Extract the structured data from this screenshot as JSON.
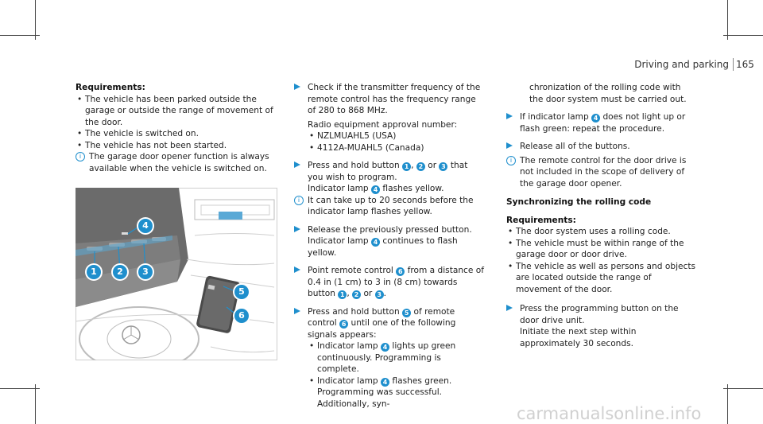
{
  "header": {
    "section": "Driving and parking",
    "page": "165"
  },
  "col1": {
    "req_title": "Requirements:",
    "bullets": [
      "The vehicle has been parked outside the garage or outside the range of movement of the door.",
      "The vehicle is switched on.",
      "The vehicle has not been started."
    ],
    "note": "The garage door opener function is always available when the vehicle is switched on."
  },
  "figure": {
    "callouts": [
      "1",
      "2",
      "3",
      "4",
      "5",
      "6"
    ]
  },
  "col2": {
    "s1": "Check if the transmitter frequency of the remote control has the frequency range of 280 to 868 MHz.",
    "s1b": "Radio equipment approval number:",
    "s1_b1": "NZLMUAHL5 (USA)",
    "s1_b2": "4112A-MUAHL5 (Canada)",
    "s2a": "Press and hold button",
    "s2_sep": ",",
    "s2_or": "or",
    "s2b": "that you wish to program.",
    "s2c": "Indicator lamp",
    "s2d": "flashes yellow.",
    "note": "It can take up to 20 seconds before the indicator lamp flashes yellow.",
    "s3a": "Release the previously pressed button.",
    "s3b": "Indicator lamp",
    "s3c": "continues to flash yellow.",
    "s4a": "Point remote control",
    "s4b": "from a distance of 0.4 in (1 cm) to 3 in (8 cm) towards button",
    "s4_sep": ",",
    "s4_or": "or",
    "s4_end": ".",
    "s5a": "Press and hold button",
    "s5b": "of remote control",
    "s5c": "until one of the following signals appears:",
    "s5_b1a": "Indicator lamp",
    "s5_b1b": "lights up green continuously. Programming is complete.",
    "s5_b2a": "Indicator lamp",
    "s5_b2b": "flashes green. Programming was successful. Additionally, syn-"
  },
  "col3": {
    "cont": "chronization of the rolling code with the door system must be carried out.",
    "s6a": "If indicator lamp",
    "s6b": "does not light up or flash green: repeat the procedure.",
    "s7": "Release all of the buttons.",
    "note": "The remote control for the door drive is not included in the scope of delivery of the garage door opener.",
    "sync_title": "Synchronizing the rolling code",
    "req_title": "Requirements:",
    "bullets": [
      "The door system uses a rolling code.",
      "The vehicle must be within range of the garage door or door drive.",
      "The vehicle as well as persons and objects are located outside the range of movement of the door."
    ],
    "s8a": "Press the programming button on the door drive unit.",
    "s8b": "Initiate the next step within approximately 30 seconds."
  },
  "watermark": "carmanualsonline.info",
  "colors": {
    "accent": "#1f8fcd"
  }
}
